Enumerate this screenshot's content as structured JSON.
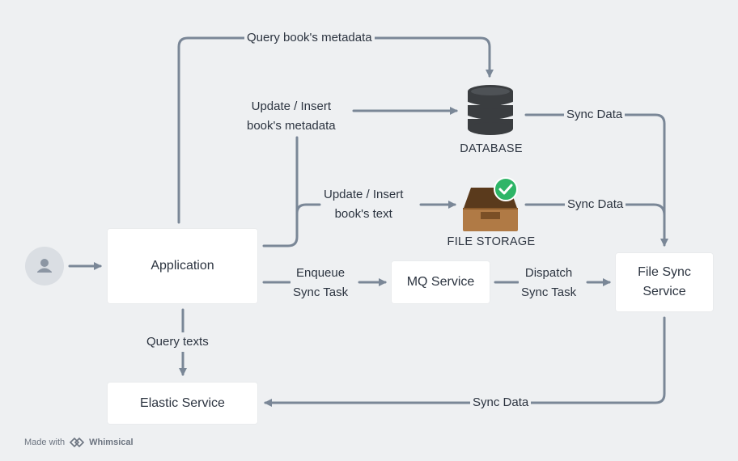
{
  "colors": {
    "background": "#eef0f2",
    "connector": "#7a8797",
    "node_fill": "#ffffff",
    "database": "#3a3d40",
    "storage_box": "#8a5a2b",
    "check_badge": "#2eb567"
  },
  "nodes": {
    "application": "Application",
    "mq_service": "MQ Service",
    "file_sync_service": "File Sync\nService",
    "elastic_service": "Elastic Service",
    "database": "DATABASE",
    "file_storage": "FILE STORAGE"
  },
  "edges": {
    "query_metadata": "Query book's metadata",
    "update_metadata": "Update / Insert\nbook's metadata",
    "update_text": "Update / Insert\nbook's text",
    "db_sync": "Sync Data",
    "storage_sync": "Sync Data",
    "enqueue": "Enqueue\nSync Task",
    "dispatch": "Dispatch\nSync Task",
    "query_texts": "Query texts",
    "elastic_sync": "Sync Data"
  },
  "icons": {
    "user": "user-icon",
    "database": "database-icon",
    "storage": "inbox-tray-icon",
    "check": "check-badge-icon",
    "whimsical": "whimsical-logo-icon"
  },
  "footer": {
    "made_with": "Made with",
    "brand": "Whimsical"
  }
}
